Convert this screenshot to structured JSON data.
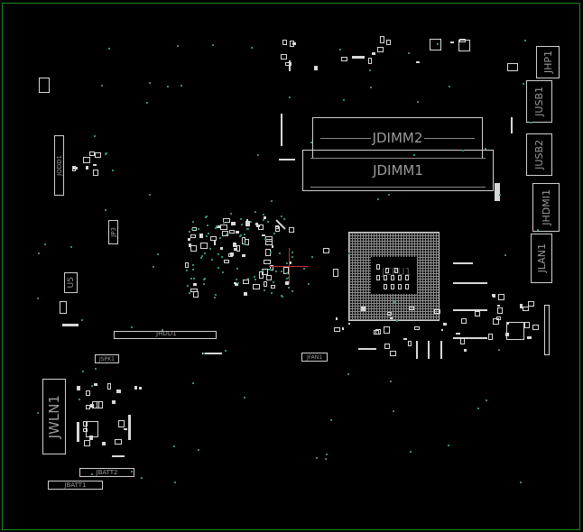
{
  "board": {
    "labels": {
      "jdimm2": "JDIMM2",
      "jdimm1": "JDIMM1",
      "jhp1": "JHP1",
      "jusb1": "JUSB1",
      "jusb2": "JUSB2",
      "jhdmi1": "JHDMI1",
      "jlan1": "JLAN1",
      "jcpu1": "JCPU1",
      "jhdd1": "JHDD1",
      "jspk1": "JSPK1",
      "jfan1": "JFAN1",
      "u5": "U5",
      "jp3": "JP3",
      "jodd1": "JODD1",
      "jwln1": "JWLN1",
      "jbatt2": "JBATT2",
      "jbatt1": "JBATT1"
    },
    "colors": {
      "background": "#000000",
      "outline": "#1a8a1a",
      "component": "#cfcfcf",
      "via": "#2e8f6f",
      "cursor": "#c03030"
    }
  }
}
